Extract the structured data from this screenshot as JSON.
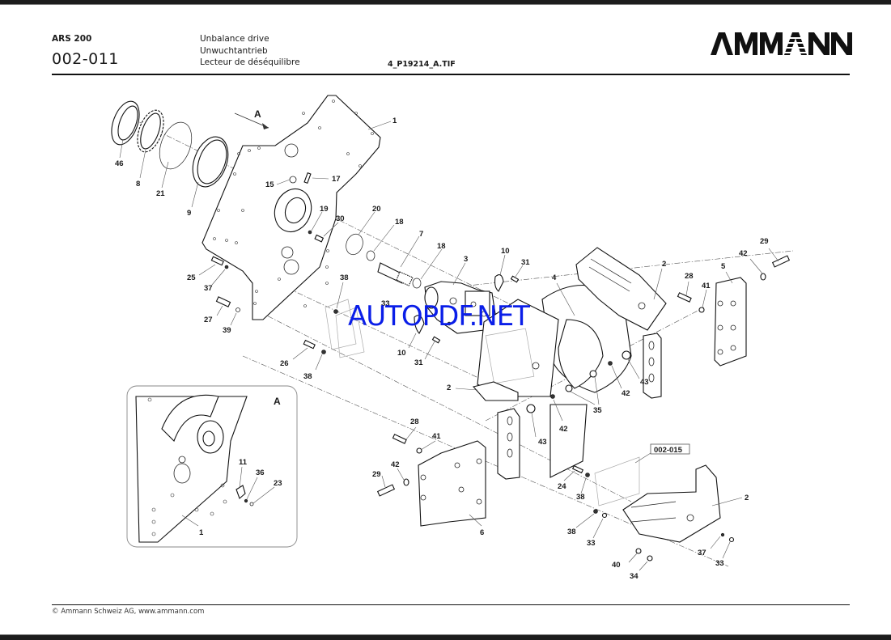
{
  "header": {
    "model": "ARS 200",
    "document_number": "002-011",
    "titles": [
      "Unbalance drive",
      "Unwuchtantrieb",
      "Lecteur de déséquilibre"
    ],
    "file_reference": "4_P19214_A.TIF",
    "brand_logo": "AMMANN"
  },
  "diagram": {
    "view_marker": "A",
    "detail_view_label": "A",
    "reference_box": "002-015",
    "callouts": {
      "c1": "1",
      "c46": "46",
      "c8": "8",
      "c21": "21",
      "c9": "9",
      "c15": "15",
      "c17": "17",
      "c19": "19",
      "c30": "30",
      "c20": "20",
      "c18a": "18",
      "c7": "7",
      "c18b": "18",
      "c3": "3",
      "c10a": "10",
      "c31a": "31",
      "c25": "25",
      "c37a": "37",
      "c27": "27",
      "c39": "39",
      "c38a": "38",
      "c33a": "33",
      "c10b": "10",
      "c31b": "31",
      "c26": "26",
      "c38b": "38",
      "c4": "4",
      "c2a": "2",
      "c28a": "28",
      "c41a": "41",
      "c5": "5",
      "c42a": "42",
      "c29a": "29",
      "c43a": "43",
      "c42b": "42",
      "c35": "35",
      "c42c": "42",
      "c43b": "43",
      "c2b": "2",
      "c28b": "28",
      "c41b": "41",
      "c42d": "42",
      "c29b": "29",
      "c6": "6",
      "c24": "24",
      "c38c": "38",
      "c38d": "38",
      "c33b": "33",
      "c2c": "2",
      "c37b": "37",
      "c33c": "33",
      "c40": "40",
      "c34": "34",
      "d11": "11",
      "d36": "36",
      "d23": "23",
      "d1": "1"
    }
  },
  "watermark": "AUTOPDF.NET",
  "footer": {
    "copyright": "© Ammann Schweiz AG, www.ammann.com"
  }
}
